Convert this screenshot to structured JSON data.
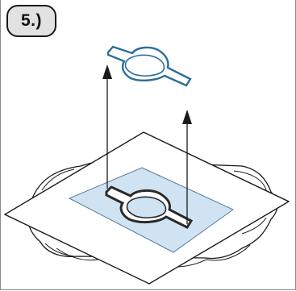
{
  "step": {
    "label": "5.)"
  },
  "colors": {
    "outline": "#1a1a1a",
    "fabric": "#ffffff",
    "fabric_shadow": "#e6e6e6",
    "sheet": "#ffffff",
    "stabilizer": "#cfe3f3",
    "stabilizer_edge": "#5a7a94",
    "shape_stroke": "#2a2a2a",
    "lifted_shape_stroke": "#2a6e9a",
    "shape_fill": "#d9ecf9",
    "arrow": "#1a1a1a",
    "badge_fill": "#e2e2e2"
  },
  "icons": {
    "step_badge": "rounded-badge",
    "arrows": "arrow-up"
  }
}
